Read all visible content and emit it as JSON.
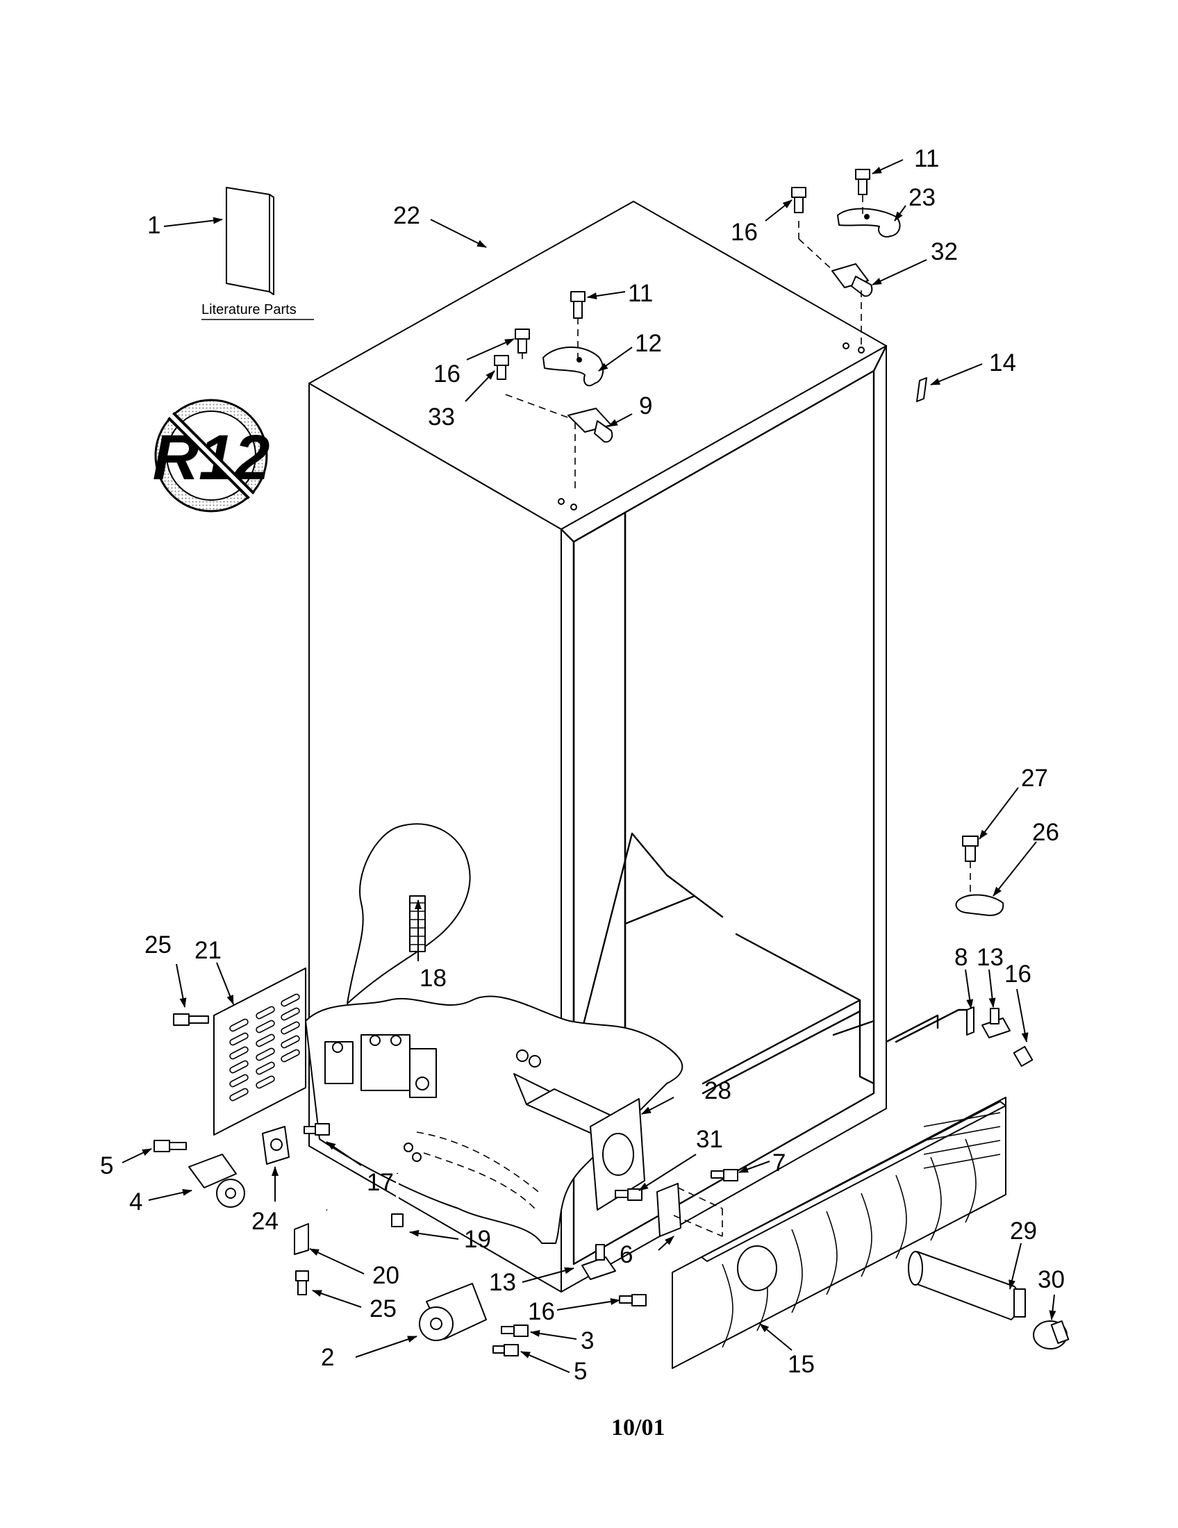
{
  "literature_caption": "Literature Parts",
  "logo_text": "R12",
  "footer_date": "10/01",
  "callouts": {
    "c1": "1",
    "c2": "2",
    "c3": "3",
    "c4": "4",
    "c5a": "5",
    "c5b": "5",
    "c6": "6",
    "c7": "7",
    "c8": "8",
    "c9": "9",
    "c11a": "11",
    "c11b": "11",
    "c12": "12",
    "c13a": "13",
    "c13b": "13",
    "c14": "14",
    "c15": "15",
    "c16a": "16",
    "c16b": "16",
    "c16c": "16",
    "c16d": "16",
    "c17": "17",
    "c18": "18",
    "c19": "19",
    "c20": "20",
    "c21": "21",
    "c22": "22",
    "c23": "23",
    "c24": "24",
    "c25a": "25",
    "c25b": "25",
    "c26": "26",
    "c27": "27",
    "c28": "28",
    "c29": "29",
    "c30": "30",
    "c31": "31",
    "c32": "32",
    "c33": "33"
  }
}
